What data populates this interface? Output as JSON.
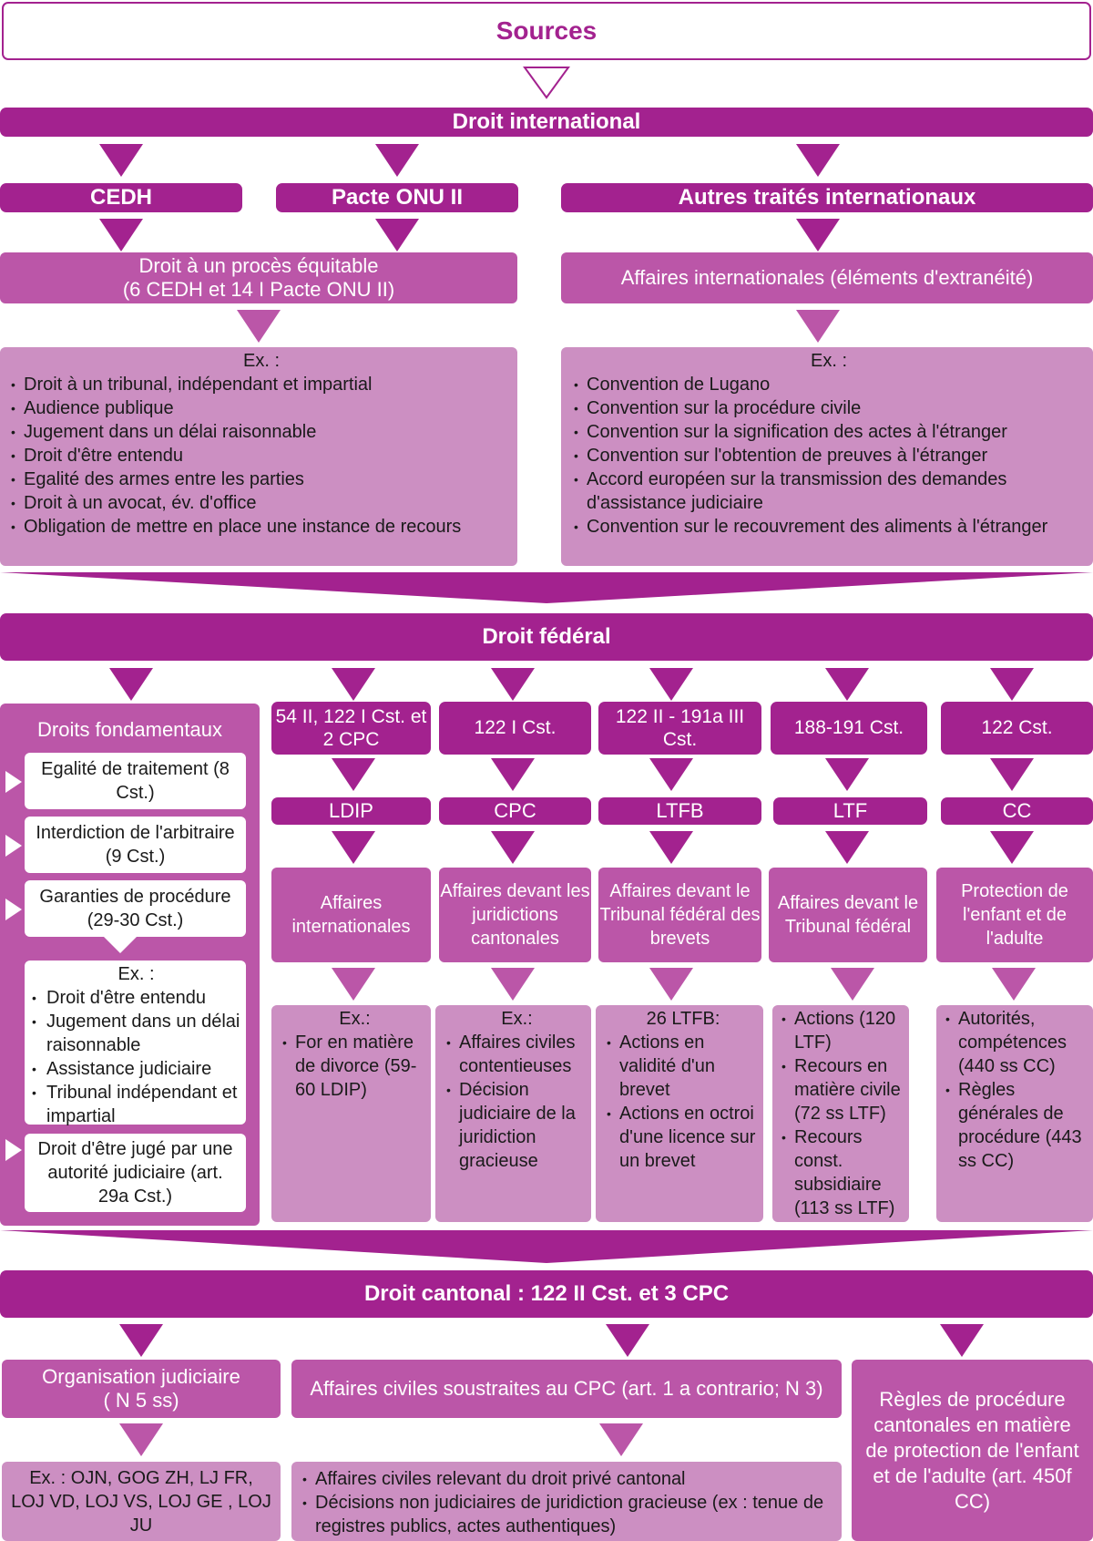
{
  "sources": "Sources",
  "droit_international": {
    "title": "Droit international",
    "cedh": "CEDH",
    "pacte": "Pacte ONU II",
    "autres": "Autres traités internationaux",
    "proces_l1": "Droit à un procès équitable",
    "proces_l2": "(6 CEDH et 14 I Pacte ONU II)",
    "affaires_intl": "Affaires internationales (éléments d'extranéité)",
    "ex_left_head": "Ex. :",
    "ex_left": [
      "Droit à un tribunal, indépendant et impartial",
      "Audience publique",
      "Jugement dans un délai raisonnable",
      "Droit d'être entendu",
      "Egalité des armes entre les parties",
      "Droit à un avocat, év. d'office",
      "Obligation de mettre en place une instance de recours"
    ],
    "ex_right_head": "Ex. :",
    "ex_right": [
      "Convention de Lugano",
      "Convention sur la procédure civile",
      "Convention sur la signification des actes à l'étranger",
      "Convention sur l'obtention de preuves à l'étranger",
      "Accord européen sur la transmission des demandes d'assistance judiciaire",
      "Convention sur le recouvrement des aliments à l'étranger"
    ]
  },
  "droit_federal": {
    "title": "Droit fédéral",
    "fondamentaux": {
      "title": "Droits fondamentaux",
      "egalite": "Egalité de traitement (8 Cst.)",
      "arbitraire": "Interdiction de l'arbitraire (9 Cst.)",
      "garanties": "Garanties de procédure (29-30 Cst.)",
      "ex_head": "Ex. :",
      "ex": [
        "Droit d'être entendu",
        "Jugement dans un délai raisonnable",
        "Assistance judiciaire",
        "Tribunal indépendant et impartial"
      ],
      "juge": "Droit d'être jugé par une autorité judiciaire (art. 29a Cst.)"
    },
    "columns": [
      {
        "base": "54 II, 122 I Cst.  et 2 CPC",
        "law": "LDIP",
        "affaires": "Affaires internationales",
        "ex_head": "Ex.:",
        "ex": [
          "For en matière de divorce (59-60 LDIP)"
        ]
      },
      {
        "base": "122 I Cst.",
        "law": "CPC",
        "affaires": "Affaires devant les juridictions cantonales",
        "ex_head": "Ex.:",
        "ex": [
          "Affaires civiles contentieuses",
          "Décision judiciaire de la juridiction gracieuse"
        ]
      },
      {
        "base": "122 II - 191a III Cst.",
        "law": "LTFB",
        "affaires": "Affaires devant le Tribunal fédéral des brevets",
        "ex_head": "26 LTFB:",
        "ex": [
          "Actions en validité d'un brevet",
          "Actions en octroi d'une licence sur un brevet"
        ]
      },
      {
        "base": "188-191 Cst.",
        "law": "LTF",
        "affaires": "Affaires devant le Tribunal fédéral",
        "ex_head": "",
        "ex": [
          "Actions (120 LTF)",
          "Recours en matière civile (72 ss LTF)",
          "Recours const. subsidiaire (113 ss LTF)"
        ]
      },
      {
        "base": "122 Cst.",
        "law": "CC",
        "affaires": "Protection de l'enfant et de l'adulte",
        "ex_head": "",
        "ex": [
          "Autorités, compétences (440 ss CC)",
          "Règles générales de procédure (443 ss CC)"
        ]
      }
    ]
  },
  "droit_cantonal": {
    "title": "Droit cantonal : 122 II Cst. et 3 CPC",
    "orga_l1": "Organisation judiciaire",
    "orga_l2": "( N 5 ss)",
    "orga_ex": "Ex. : OJN, GOG ZH, LJ FR, LOJ VD, LOJ VS, LOJ GE , LOJ JU",
    "soustraites": "Affaires civiles soustraites au CPC (art. 1 a contrario; N 3)",
    "soustraites_ex": [
      "Affaires civiles relevant du droit privé cantonal",
      "Décisions non judiciaires de juridiction gracieuse (ex : tenue de registres publics, actes authentiques)"
    ],
    "regles": "Règles de procédure cantonales en matière de protection de l'enfant et de l'adulte (art. 450f CC)"
  },
  "colors": {
    "dark": "#a3228f",
    "mid": "#bb56a8",
    "light": "#cc8fc2"
  }
}
